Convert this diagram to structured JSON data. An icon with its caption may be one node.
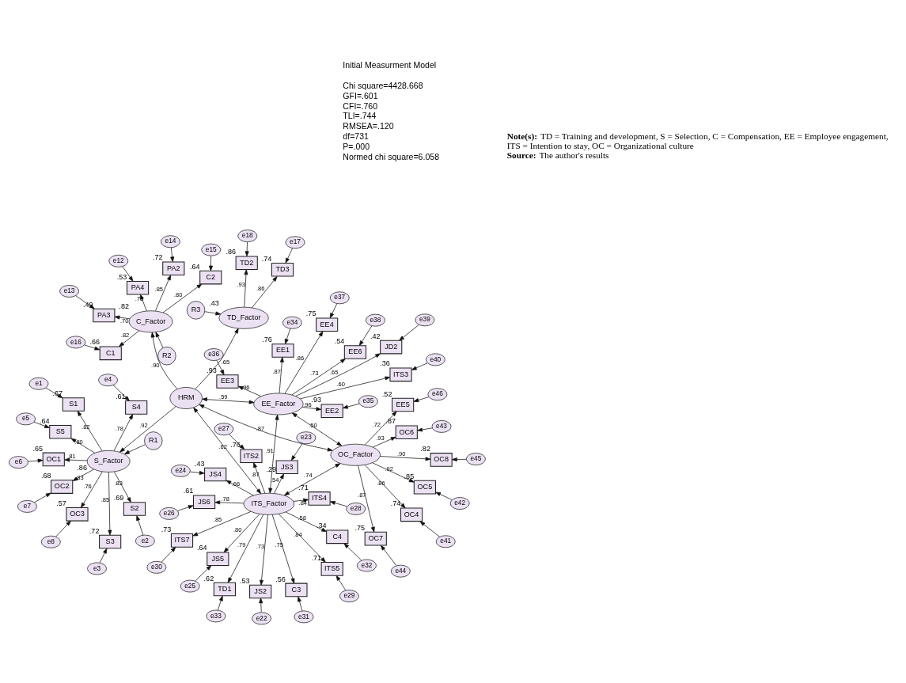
{
  "diagram": {
    "nodes": [
      {
        "text": [
          "e1"
        ]
      },
      {
        "text": [
          "e2"
        ]
      },
      {
        "text": [
          "e3"
        ]
      },
      {
        "text": [
          "e4"
        ]
      },
      {
        "text": [
          "e5"
        ]
      },
      {
        "text": [
          "e6"
        ]
      },
      {
        "text": [
          "e7"
        ]
      },
      {
        "text": [
          "e8"
        ]
      },
      {
        "text": [
          "e41"
        ]
      },
      {
        "text": [
          "e42"
        ]
      },
      {
        "text": [
          "e43"
        ]
      },
      {
        "text": [
          "e44"
        ]
      },
      {
        "text": [
          "e45"
        ]
      },
      {
        "text": [
          "e46"
        ]
      },
      {
        "text": [
          "S1"
        ],
        "beside": [
          ".67"
        ]
      },
      {
        "text": [
          "S2"
        ],
        "beside": [
          ".69"
        ]
      },
      {
        "text": [
          "S3"
        ],
        "beside": [
          ".72"
        ]
      },
      {
        "text": [
          "S4"
        ],
        "beside": [
          ".61"
        ]
      },
      {
        "text": [
          "S5"
        ],
        "beside": [
          ".64"
        ]
      },
      {
        "text": [
          "OC1"
        ],
        "beside": [
          ".65"
        ]
      },
      {
        "text": [
          "OC2"
        ],
        "beside": [
          ".68"
        ]
      },
      {
        "text": [
          "OC3"
        ],
        "beside": [
          ".57"
        ]
      },
      {
        "text": [
          "OC4"
        ],
        "beside": [
          ".74"
        ]
      },
      {
        "text": [
          "OC5"
        ],
        "beside": [
          ".85"
        ]
      },
      {
        "text": [
          "OC6"
        ],
        "beside": [
          ".87"
        ]
      },
      {
        "text": [
          "OC7"
        ],
        "beside": [
          ".75"
        ]
      },
      {
        "text": [
          "OC8"
        ],
        "beside": [
          ".82"
        ]
      },
      {
        "text": [
          "EE5"
        ],
        "beside": [
          ".52"
        ]
      },
      {
        "text": [
          "S_Factor"
        ],
        "beside": [
          ".86"
        ]
      },
      {
        "text": [
          "OC_Factor"
        ]
      },
      {
        "text": [
          "R1"
        ]
      },
      {
        "text": [
          "R2"
        ]
      },
      {
        "text": [
          "e16"
        ]
      },
      {
        "text": [
          "C1"
        ],
        "beside": [
          ".66"
        ]
      },
      {
        "text": [
          "e15"
        ]
      },
      {
        "text": [
          "C2"
        ],
        "beside": [
          ".64"
        ]
      },
      {
        "text": [
          "e14"
        ]
      },
      {
        "text": [
          "PA2"
        ],
        "beside": [
          ".72"
        ]
      },
      {
        "text": [
          "e13"
        ]
      },
      {
        "text": [
          "PA3"
        ],
        "beside": [
          ".49"
        ]
      },
      {
        "text": [
          "e12"
        ]
      },
      {
        "text": [
          "PA4"
        ],
        "beside": [
          ".53"
        ]
      },
      {
        "text": [
          "C_Factor"
        ],
        "beside": [
          ".82"
        ]
      },
      {
        "text": [
          "HRM"
        ]
      },
      {
        "text": [
          "EE_Factor"
        ]
      },
      {
        "text": [
          "ITS3"
        ],
        "beside": [
          ".36"
        ]
      },
      {
        "text": [
          "e40"
        ]
      },
      {
        "text": [
          "JD2"
        ],
        "beside": [
          ".42"
        ]
      },
      {
        "text": [
          "e39"
        ]
      },
      {
        "text": [
          "EE6"
        ],
        "beside": [
          ".54"
        ]
      },
      {
        "text": [
          "e38"
        ]
      },
      {
        "text": [
          "EE4"
        ],
        "beside": [
          ".75"
        ]
      },
      {
        "text": [
          "e37"
        ]
      },
      {
        "text": [
          "EE3"
        ],
        "beside": [
          ".93"
        ]
      },
      {
        "text": [
          "e36"
        ]
      },
      {
        "text": [
          "EE2"
        ],
        "beside": [
          ".93"
        ]
      },
      {
        "text": [
          "e35"
        ]
      },
      {
        "text": [
          "EE1"
        ],
        "beside": [
          ".76"
        ]
      },
      {
        "text": [
          "e34"
        ]
      },
      {
        "text": [
          "R3"
        ]
      },
      {
        "text": [
          "e18"
        ]
      },
      {
        "text": [
          "TD2"
        ],
        "beside": [
          ".86"
        ]
      },
      {
        "text": [
          "e17"
        ]
      },
      {
        "text": [
          "TD3"
        ],
        "beside": [
          ".74"
        ]
      },
      {
        "text": [
          "TD_Factor"
        ],
        "beside": [
          ".43"
        ]
      },
      {
        "text": [
          "ITS_Factor"
        ]
      },
      {
        "text": [
          "TD1"
        ],
        "beside": [
          ".62"
        ]
      },
      {
        "text": [
          "C4"
        ],
        "beside": [
          ".34"
        ]
      },
      {
        "text": [
          "C3"
        ],
        "beside": [
          ".56"
        ]
      },
      {
        "text": [
          "ITS7"
        ],
        "beside": [
          ".73"
        ]
      },
      {
        "text": [
          "ITS5"
        ],
        "beside": [
          ".71"
        ]
      },
      {
        "text": [
          "ITS4"
        ],
        "beside": [
          ".71"
        ]
      },
      {
        "text": [
          "ITS2"
        ],
        "beside": [
          ".76"
        ]
      },
      {
        "text": [
          "JS6"
        ],
        "beside": [
          ".61"
        ]
      },
      {
        "text": [
          "JS5"
        ],
        "beside": [
          ".64"
        ]
      },
      {
        "text": [
          "JS4"
        ],
        "beside": [
          ".43"
        ]
      },
      {
        "text": [
          "JS3"
        ],
        "beside": [
          ".29"
        ]
      },
      {
        "text": [
          "JS2"
        ],
        "beside": [
          ".53"
        ]
      },
      {
        "text": [
          "e33"
        ]
      },
      {
        "text": [
          "e32"
        ]
      },
      {
        "text": [
          "e31"
        ]
      },
      {
        "text": [
          "e30"
        ]
      },
      {
        "text": [
          "e29"
        ]
      },
      {
        "text": [
          "e28"
        ]
      },
      {
        "text": [
          "e27"
        ]
      },
      {
        "text": [
          "e26"
        ]
      },
      {
        "text": [
          "e25"
        ]
      },
      {
        "text": [
          "e24"
        ]
      },
      {
        "text": [
          "e23"
        ]
      },
      {
        "text": [
          "e22"
        ]
      }
    ],
    "edges": [
      {
        "from": 0,
        "to": 14,
        "arrow": "to"
      },
      {
        "from": 1,
        "to": 15,
        "arrow": "to"
      },
      {
        "from": 2,
        "to": 16,
        "arrow": "to"
      },
      {
        "from": 3,
        "to": 17,
        "arrow": "to"
      },
      {
        "from": 4,
        "to": 18,
        "arrow": "to"
      },
      {
        "from": 5,
        "to": 19,
        "arrow": "to"
      },
      {
        "from": 6,
        "to": 20,
        "arrow": "to"
      },
      {
        "from": 7,
        "to": 21,
        "arrow": "to"
      },
      {
        "from": 8,
        "to": 22,
        "arrow": "to"
      },
      {
        "from": 9,
        "to": 23,
        "arrow": "to"
      },
      {
        "from": 10,
        "to": 24,
        "arrow": "to"
      },
      {
        "from": 11,
        "to": 25,
        "arrow": "to"
      },
      {
        "from": 12,
        "to": 26,
        "arrow": "to"
      },
      {
        "from": 13,
        "to": 27,
        "arrow": "to"
      },
      {
        "from": 28,
        "to": 14,
        "arrow": "to",
        "label": ".82"
      },
      {
        "from": 28,
        "to": 15,
        "arrow": "to",
        "label": ".83"
      },
      {
        "from": 28,
        "to": 16,
        "arrow": "to",
        "label": ".85"
      },
      {
        "from": 28,
        "to": 17,
        "arrow": "to",
        "label": ".78"
      },
      {
        "from": 28,
        "to": 18,
        "arrow": "to",
        "label": ".80"
      },
      {
        "from": 28,
        "to": 19,
        "arrow": "to",
        "label": ".81"
      },
      {
        "from": 28,
        "to": 20,
        "arrow": "to",
        "label": ".83"
      },
      {
        "from": 28,
        "to": 21,
        "arrow": "to",
        "label": ".76"
      },
      {
        "from": 29,
        "to": 22,
        "arrow": "to",
        "label": ".86"
      },
      {
        "from": 29,
        "to": 23,
        "arrow": "to",
        "label": ".92"
      },
      {
        "from": 29,
        "to": 24,
        "arrow": "to",
        "label": ".93"
      },
      {
        "from": 29,
        "to": 25,
        "arrow": "to",
        "label": ".87"
      },
      {
        "from": 29,
        "to": 26,
        "arrow": "to",
        "label": ".90"
      },
      {
        "from": 29,
        "to": 27,
        "arrow": "to",
        "label": ".72"
      },
      {
        "from": 30,
        "to": 28,
        "arrow": "to"
      },
      {
        "from": 43,
        "to": 28,
        "arrow": "to",
        "label": ".92"
      },
      {
        "from": 32,
        "to": 33,
        "arrow": "to"
      },
      {
        "from": 34,
        "to": 35,
        "arrow": "to"
      },
      {
        "from": 36,
        "to": 37,
        "arrow": "to"
      },
      {
        "from": 38,
        "to": 39,
        "arrow": "to"
      },
      {
        "from": 40,
        "to": 41,
        "arrow": "to"
      },
      {
        "from": 42,
        "to": 33,
        "arrow": "to",
        "label": ".82"
      },
      {
        "from": 42,
        "to": 35,
        "arrow": "to",
        "label": ".80"
      },
      {
        "from": 42,
        "to": 37,
        "arrow": "to",
        "label": ".85"
      },
      {
        "from": 42,
        "to": 39,
        "arrow": "to",
        "label": ".70"
      },
      {
        "from": 42,
        "to": 41,
        "arrow": "to",
        "label": ".73"
      },
      {
        "from": 31,
        "to": 42,
        "arrow": "to"
      },
      {
        "from": 43,
        "to": 42,
        "arrow": "to",
        "label": ".90"
      },
      {
        "from": 44,
        "to": 45,
        "arrow": "to",
        "label": ".60"
      },
      {
        "from": 44,
        "to": 47,
        "arrow": "to",
        "label": ".65"
      },
      {
        "from": 44,
        "to": 49,
        "arrow": "to",
        "label": ".73"
      },
      {
        "from": 44,
        "to": 51,
        "arrow": "to",
        "label": ".86"
      },
      {
        "from": 44,
        "to": 53,
        "arrow": "to",
        "label": ".96"
      },
      {
        "from": 44,
        "to": 55,
        "arrow": "to",
        "label": ".96"
      },
      {
        "from": 44,
        "to": 57,
        "arrow": "to",
        "label": ".87"
      },
      {
        "from": 46,
        "to": 45,
        "arrow": "to"
      },
      {
        "from": 48,
        "to": 47,
        "arrow": "to"
      },
      {
        "from": 50,
        "to": 49,
        "arrow": "to"
      },
      {
        "from": 52,
        "to": 51,
        "arrow": "to"
      },
      {
        "from": 54,
        "to": 53,
        "arrow": "to"
      },
      {
        "from": 56,
        "to": 55,
        "arrow": "to"
      },
      {
        "from": 58,
        "to": 57,
        "arrow": "to"
      },
      {
        "from": 59,
        "to": 64,
        "arrow": "to"
      },
      {
        "from": 60,
        "to": 61,
        "arrow": "to"
      },
      {
        "from": 62,
        "to": 63,
        "arrow": "to"
      },
      {
        "from": 64,
        "to": 61,
        "arrow": "to",
        "label": ".93"
      },
      {
        "from": 64,
        "to": 63,
        "arrow": "to",
        "label": ".86"
      },
      {
        "from": 43,
        "to": 64,
        "arrow": "to",
        "label": ".65"
      },
      {
        "from": 65,
        "to": 66,
        "arrow": "to",
        "label": ".79"
      },
      {
        "from": 65,
        "to": 67,
        "arrow": "to",
        "label": ".58"
      },
      {
        "from": 65,
        "to": 68,
        "arrow": "to",
        "label": ".75"
      },
      {
        "from": 65,
        "to": 69,
        "arrow": "to",
        "label": ".85"
      },
      {
        "from": 65,
        "to": 70,
        "arrow": "to",
        "label": ".84"
      },
      {
        "from": 65,
        "to": 71,
        "arrow": "to",
        "label": ".84"
      },
      {
        "from": 65,
        "to": 72,
        "arrow": "to",
        "label": ".87"
      },
      {
        "from": 65,
        "to": 73,
        "arrow": "to",
        "label": ".78"
      },
      {
        "from": 65,
        "to": 74,
        "arrow": "to",
        "label": ".80"
      },
      {
        "from": 65,
        "to": 75,
        "arrow": "to",
        "label": ".66"
      },
      {
        "from": 65,
        "to": 76,
        "arrow": "to",
        "label": ".54"
      },
      {
        "from": 65,
        "to": 77,
        "arrow": "to",
        "label": ".73"
      },
      {
        "from": 78,
        "to": 66,
        "arrow": "to"
      },
      {
        "from": 79,
        "to": 67,
        "arrow": "to"
      },
      {
        "from": 80,
        "to": 68,
        "arrow": "to"
      },
      {
        "from": 81,
        "to": 69,
        "arrow": "to"
      },
      {
        "from": 82,
        "to": 70,
        "arrow": "to"
      },
      {
        "from": 83,
        "to": 71,
        "arrow": "to"
      },
      {
        "from": 84,
        "to": 72,
        "arrow": "to"
      },
      {
        "from": 85,
        "to": 73,
        "arrow": "to"
      },
      {
        "from": 86,
        "to": 74,
        "arrow": "to"
      },
      {
        "from": 87,
        "to": 75,
        "arrow": "to"
      },
      {
        "from": 88,
        "to": 76,
        "arrow": "to"
      },
      {
        "from": 89,
        "to": 77,
        "arrow": "to"
      },
      {
        "from": 43,
        "to": 29,
        "arrow": "both",
        "label": ".87"
      },
      {
        "from": 29,
        "to": 44,
        "arrow": "both",
        "label": ".50"
      },
      {
        "from": 29,
        "to": 65,
        "arrow": "both",
        "label": ".74"
      },
      {
        "from": 43,
        "to": 44,
        "arrow": "both",
        "label": ".59"
      },
      {
        "from": 43,
        "to": 65,
        "arrow": "both",
        "label": ".62"
      },
      {
        "from": 44,
        "to": 65,
        "arrow": "both",
        "label": ".91"
      }
    ],
    "labels": [
      "Initial Measurment Model",
      "Chi square=4428.668",
      "GFI=.601",
      "CFI=.760",
      "TLI=.744",
      "RMSEA=.120",
      "df=731",
      "P=.000",
      "Normed chi square=6.058",
      "**Note(s):** TD = Training and development, S = Selection, C = Compensation, EE = Employee engagement, ITS = Intention to stay, OC = Organizational culture",
      "**Source:** The author's results"
    ]
  }
}
